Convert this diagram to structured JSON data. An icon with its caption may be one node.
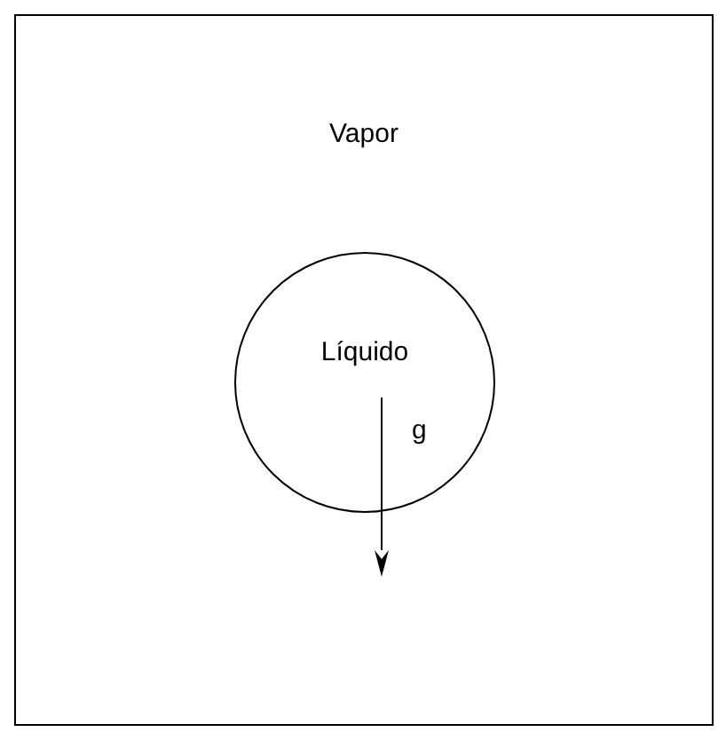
{
  "diagram": {
    "nodes": [
      {
        "text": [
          "Vapor"
        ]
      },
      {
        "text": [
          "Líquido"
        ],
        "in": 0
      }
    ],
    "labels": [
      "g"
    ]
  }
}
